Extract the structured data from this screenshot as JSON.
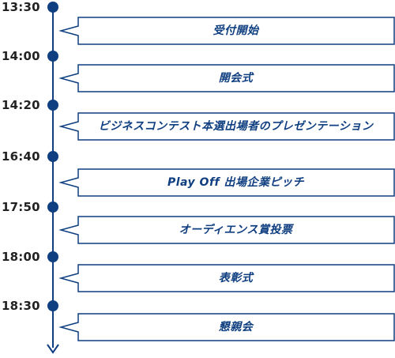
{
  "colors": {
    "accent": "#0f3f80",
    "time_text": "#222222",
    "background": "#ffffff"
  },
  "events": [
    {
      "time": "13:30",
      "label": "受付開始"
    },
    {
      "time": "14:00",
      "label": "開会式"
    },
    {
      "time": "14:20",
      "label": "ビジネスコンテスト本選出場者のプレゼンテーション"
    },
    {
      "time": "16:40",
      "label": "Play Off 出場企業ピッチ"
    },
    {
      "time": "17:50",
      "label": "オーディエンス賞投票"
    },
    {
      "time": "18:00",
      "label": "表彰式"
    },
    {
      "time": "18:30",
      "label": "懇親会"
    }
  ]
}
